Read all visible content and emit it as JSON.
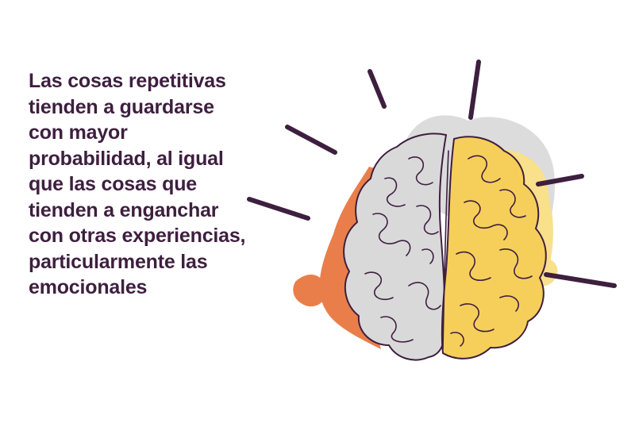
{
  "quote": {
    "lines": [
      "Las cosas repetitivas",
      "tienden a guardarse",
      "con mayor",
      "probabilidad, al igual",
      "que las cosas que",
      "tienden a enganchar",
      "con otras experiencias,",
      "particularmente las",
      "emocionales"
    ]
  },
  "illustration": {
    "subject": "brain-icon",
    "colors": {
      "text": "#3e1f3f",
      "outline": "#3e1f3f",
      "left_hemisphere": "#d9d9d9",
      "right_hemisphere": "#f6cf5b",
      "orange_splash": "#ea7e4b",
      "grey_splash": "#dcdcdc",
      "yellow_splash": "#f9e08a"
    }
  }
}
